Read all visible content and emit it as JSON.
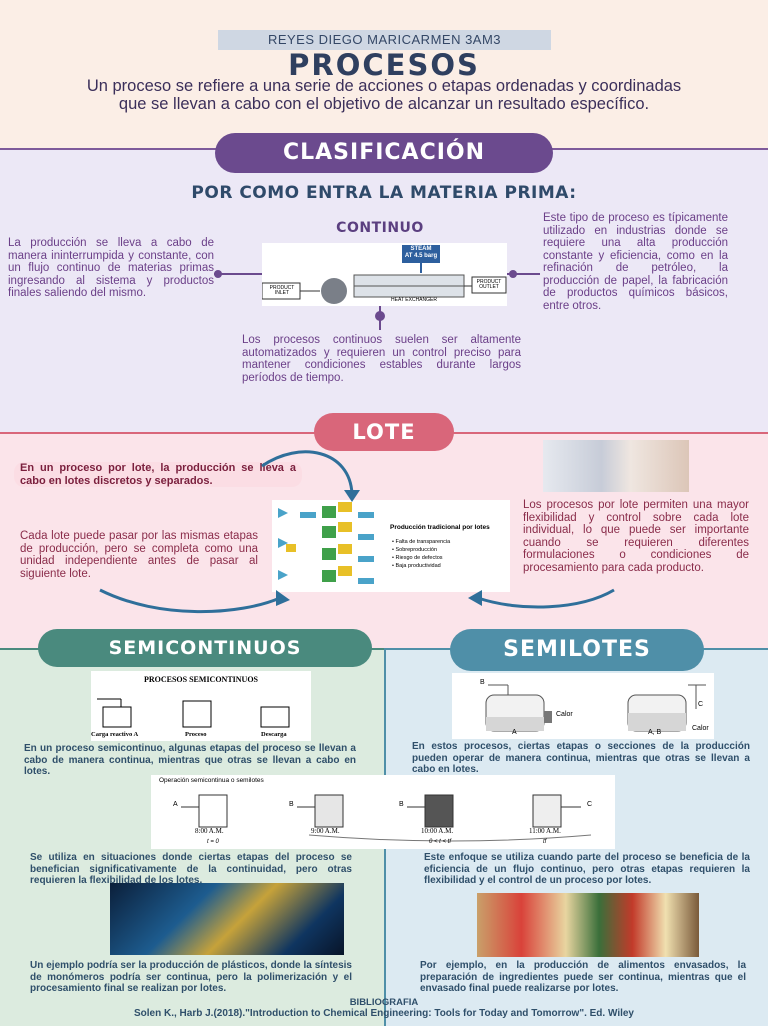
{
  "header": {
    "author": "REYES DIEGO MARICARMEN 3AM3",
    "title": "PROCESOS",
    "intro": "Un proceso se refiere a una serie de acciones o etapas ordenadas y coordinadas que se llevan a cabo con el objetivo de alcanzar un resultado específico."
  },
  "clasificacion": {
    "pill": "CLASIFICACIÓN",
    "subtitle": "POR COMO ENTRA LA MATERIA PRIMA:",
    "continuo_title": "CONTINUO",
    "left_text": "La producción se lleva a cabo de manera ininterrumpida y constante, con un flujo continuo de materias primas ingresando al sistema y productos finales saliendo del mismo.",
    "right_text": "Este tipo de proceso es típicamente utilizado en industrias donde se requiere una alta producción constante y eficiencia, como en la refinación de petróleo, la producción de papel, la fabricación de productos químicos básicos, entre otros.",
    "bottom_text": "Los procesos continuos suelen ser altamente automatizados y requieren un control preciso para mantener condiciones estables durante largos períodos de tiempo.",
    "diagram": {
      "steam": "STEAM",
      "steam_sub": "AT 4.5 barg",
      "inlet": "PRODUCT INLET",
      "outlet": "PRODUCT OUTLET",
      "exchanger": "HEAT EXCHANGER"
    }
  },
  "lote": {
    "pill": "LOTE",
    "highlight": "En un proceso por lote, la producción se lleva a cabo en lotes discretos y separados.",
    "left_text": "Cada lote puede pasar por las mismas etapas de producción, pero se completa como una unidad independiente antes de pasar al siguiente lote.",
    "right_text": "Los procesos por lote permiten una mayor flexibilidad y control sobre cada lote individual, lo que puede ser importante cuando se requieren diferentes formulaciones o condiciones de procesamiento para cada producto.",
    "diagram": {
      "title": "Producción tradicional por lotes",
      "bullets": [
        "Falta de transparencia",
        "Sobreproducción",
        "Riesgo de defectos",
        "Baja productividad"
      ]
    }
  },
  "semicontinuos": {
    "pill": "SEMICONTINUOS",
    "diagram_title": "PROCESOS SEMICONTINUOS",
    "diagram_labels": [
      "Carga reactivo A",
      "Proceso",
      "Descarga"
    ],
    "text1": "En un proceso semicontinuo, algunas etapas del proceso se llevan a cabo de manera continua, mientras que otras se llevan a cabo en lotes.",
    "text2": "Se utiliza en situaciones donde ciertas etapas del proceso se benefician significativamente de la continuidad, pero otras requieren la flexibilidad de los lotes.",
    "text3": "Un ejemplo podría ser la producción de plásticos, donde la síntesis de monómeros podría ser continua, pero la polimerización y el procesamiento final se realizan por lotes."
  },
  "semilotes": {
    "pill": "SEMILOTES",
    "text1": "En estos procesos, ciertas etapas o secciones de la producción pueden operar de manera continua, mientras que otras se llevan a cabo en lotes.",
    "text2": "Este enfoque se utiliza cuando parte del proceso se beneficia de la eficiencia de un flujo continuo, pero otras etapas requieren la flexibilidad y el control de un proceso por lotes.",
    "text3": "Por ejemplo, en la producción de alimentos envasados, la preparación de ingredientes puede ser continua, mientras que el envasado final puede realizarse por lotes.",
    "diagram_labels": [
      "B",
      "A",
      "Calor",
      "A, B",
      "C",
      "Calor"
    ]
  },
  "operacion": {
    "title": "Operación semicontinua o semilotes",
    "times": [
      "8:00 A.M.",
      "9:00 A.M.",
      "10:00 A.M.",
      "11:00 A.M."
    ],
    "labels": [
      "A",
      "B",
      "B",
      "C"
    ],
    "t0": "t = 0",
    "trange": "0 < t < tf",
    "tf": "tf"
  },
  "bibliografia": {
    "title": "BIBLIOGRAFIA",
    "ref": "Solen K., Harb J.(2018).\"Introduction to Chemical Engineering: Tools for Today and Tomorrow\". Ed. Wiley"
  },
  "colors": {
    "purple": "#6b4a8e",
    "pink_pill": "#d9667a",
    "teal_pill": "#4a8a7e",
    "blue_pill": "#4f8fa8",
    "maroon_text": "#7a1f3d",
    "navy": "#2f4a6a"
  }
}
